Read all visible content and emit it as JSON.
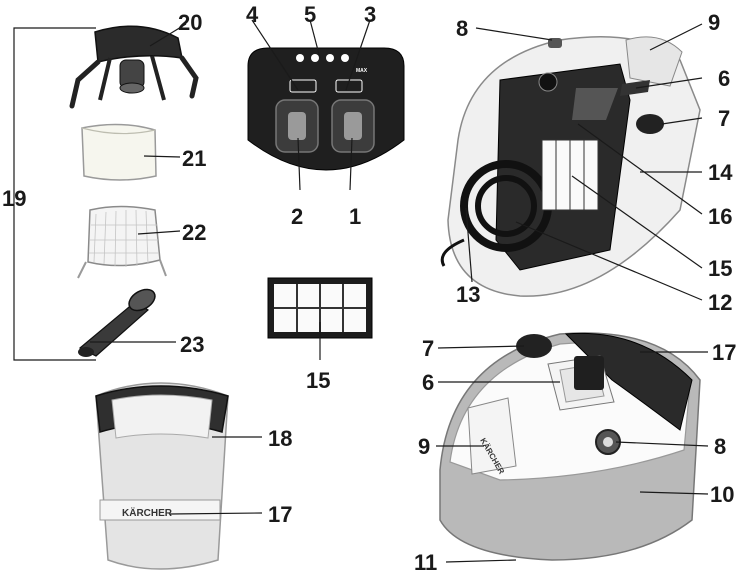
{
  "diagram": {
    "callouts": [
      "1",
      "2",
      "3",
      "4",
      "5",
      "6",
      "7",
      "8",
      "9",
      "10",
      "11",
      "12",
      "13",
      "14",
      "15",
      "16",
      "17",
      "18",
      "19",
      "20",
      "21",
      "22",
      "23"
    ],
    "panel_labels": {
      "max": "MAX"
    },
    "brand": "KÄRCHER"
  }
}
